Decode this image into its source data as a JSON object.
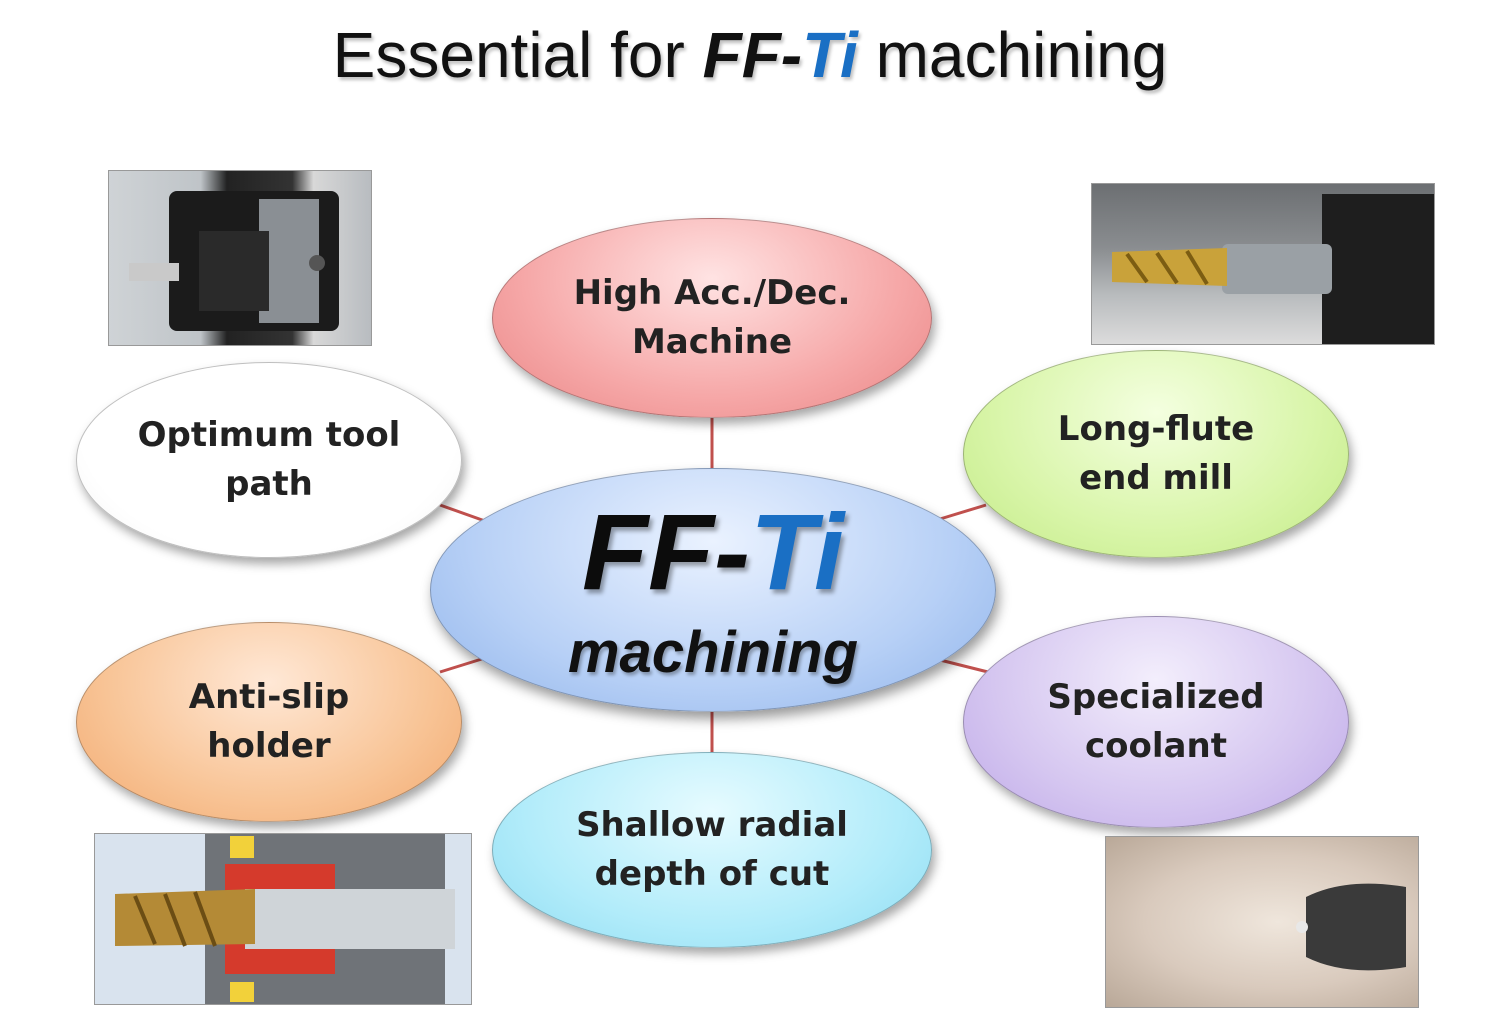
{
  "title": {
    "prefix": "Essential for ",
    "ff": "FF-",
    "ti": "Ti",
    "suffix": " machining"
  },
  "center": {
    "ff": "FF-",
    "ti": "Ti",
    "sub": "machining"
  },
  "nodes": {
    "top": "High Acc./Dec.\nMachine",
    "left1": "Optimum tool\npath",
    "right1": "Long-flute\nend mill",
    "left2": "Anti-slip\nholder",
    "right2": "Specialized\ncoolant",
    "bottom": "Shallow radial\ndepth of cut"
  },
  "colors": {
    "link": "#c0504d",
    "accent_blue": "#1a6fc4",
    "top": "#f6a8a8",
    "right1": "#d8f5a8",
    "left2": "#f8c496",
    "right2": "#d5c6f0",
    "bottom": "#b2ecfa",
    "center": "#b7d0f6"
  },
  "photos": {
    "p1": "machine-spindle-photo",
    "p2": "long-flute-end-mill-photo",
    "p3": "anti-slip-holder-cutaway-photo",
    "p4": "coolant-spray-photo"
  }
}
